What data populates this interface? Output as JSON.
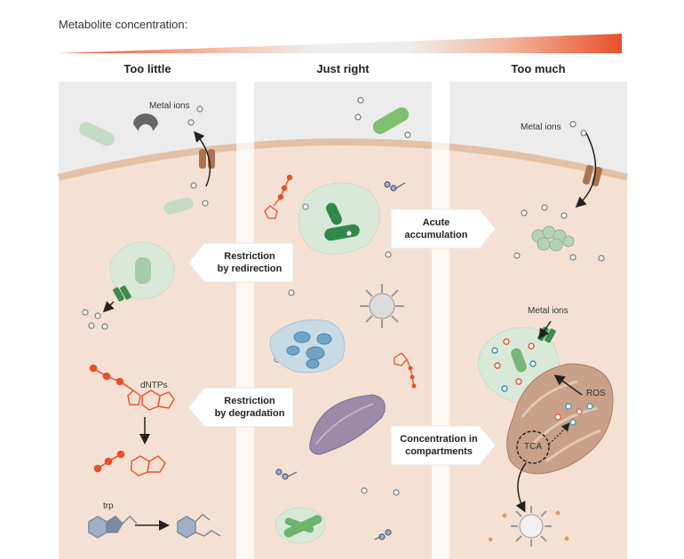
{
  "header": {
    "title": "Metabolite concentration:"
  },
  "columns": [
    {
      "label": "Too little"
    },
    {
      "label": "Just right"
    },
    {
      "label": "Too much"
    }
  ],
  "callouts": {
    "restriction_redirection": [
      "Restriction",
      "by redirection"
    ],
    "restriction_degradation": [
      "Restriction",
      "by degradation"
    ],
    "acute_accumulation": [
      "Acute",
      "accumulation"
    ],
    "concentration_compartments": [
      "Concentration in",
      "compartments"
    ]
  },
  "labels": {
    "metal_ions_left": "Metal ions",
    "metal_ions_right": "Metal ions",
    "metal_ions_right_lower": "Metal ions",
    "dntps": "dNTPs",
    "trp": "trp",
    "ros": "ROS",
    "tca": "TCA"
  },
  "colors": {
    "cytoplasm": "#f6e4d8",
    "membrane": "#e8c7ad",
    "extracellular": "#eeeeee",
    "accent_orange": "#e8502a",
    "vesicle_green": "#d6e9d6",
    "bacteria_green": "#6db56d",
    "mitochondrion": "#c9a089"
  }
}
